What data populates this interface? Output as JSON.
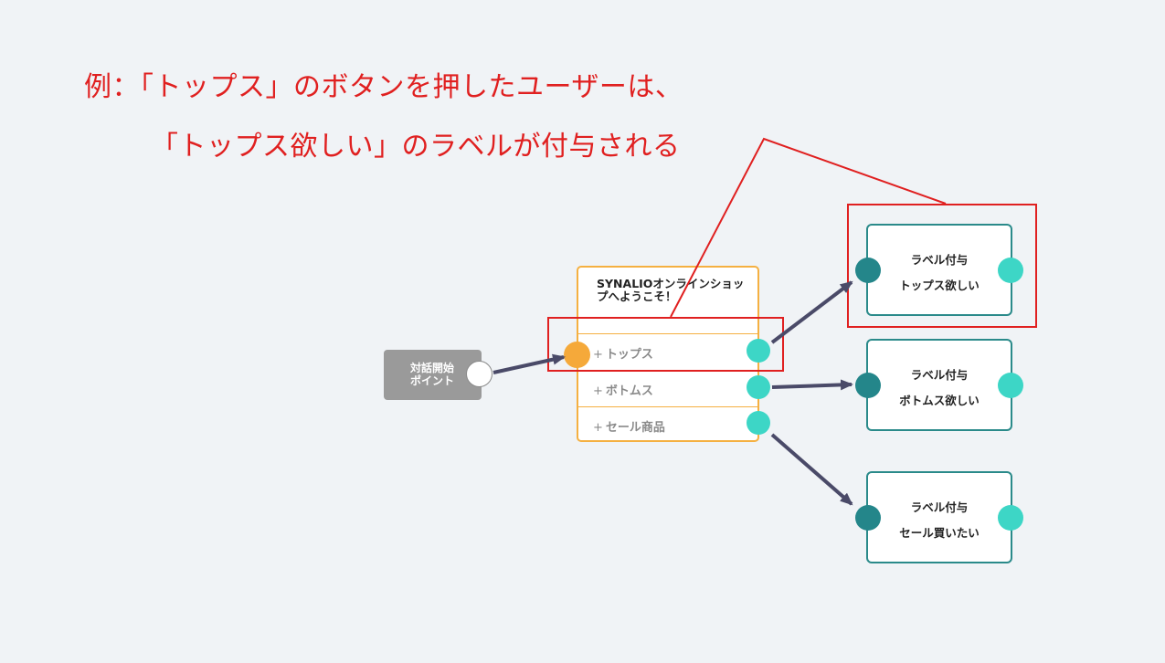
{
  "annotation": {
    "line1": "例：「トップス」のボタンを押したユーザーは、",
    "line2": "「トップス欲しい」のラベルが付与される",
    "color": "#e02020"
  },
  "start_node": {
    "label_line1": "対話開始",
    "label_line2": "ポイント"
  },
  "message_node": {
    "title": "SYNALIOオンラインショップへようこそ！",
    "buttons": [
      {
        "plus": "+",
        "label": "トップス"
      },
      {
        "plus": "+",
        "label": "ボトムス"
      },
      {
        "plus": "+",
        "label": "セール商品"
      }
    ],
    "border_color": "#f5b041"
  },
  "label_nodes": [
    {
      "title": "ラベル付与",
      "value": "トップス欲しい"
    },
    {
      "title": "ラベル付与",
      "value": "ボトムス欲しい"
    },
    {
      "title": "ラベル付与",
      "value": "セール買いたい"
    }
  ],
  "colors": {
    "background": "#f0f3f6",
    "edge": "#4a4a68",
    "teal_dark": "#24868a",
    "teal_light": "#3dd6c6",
    "orange": "#f5a93a"
  }
}
